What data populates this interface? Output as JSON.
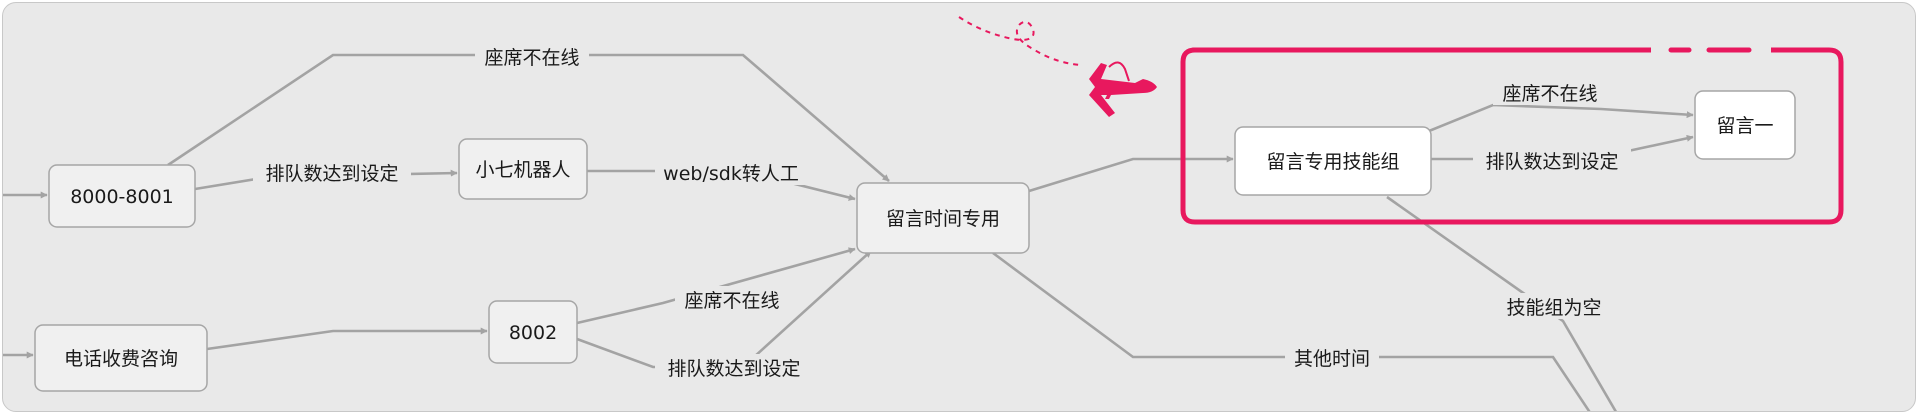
{
  "nodes": {
    "n8000": "8000-8001",
    "robot": "小七机器人",
    "timeOnly": "留言时间专用",
    "consult": "电话收费咨询",
    "n8002": "8002",
    "skillGroup": "留言专用技能组",
    "msg1": "留言一"
  },
  "edges": {
    "e_top_offline": "座席不在线",
    "e_queue1": "排队数达到设定",
    "e_web": "web/sdk转人工",
    "e_offline2": "座席不在线",
    "e_queue2": "排队数达到设定",
    "e_other_time": "其他时间",
    "e_hl_offline": "座席不在线",
    "e_hl_queue": "排队数达到设定",
    "e_empty": "技能组为空"
  },
  "colors": {
    "highlight": "#e8185e",
    "edge": "#a3a3a3",
    "canvas": "#e9e9e9"
  },
  "icons": {
    "plane": "airplane-icon"
  }
}
